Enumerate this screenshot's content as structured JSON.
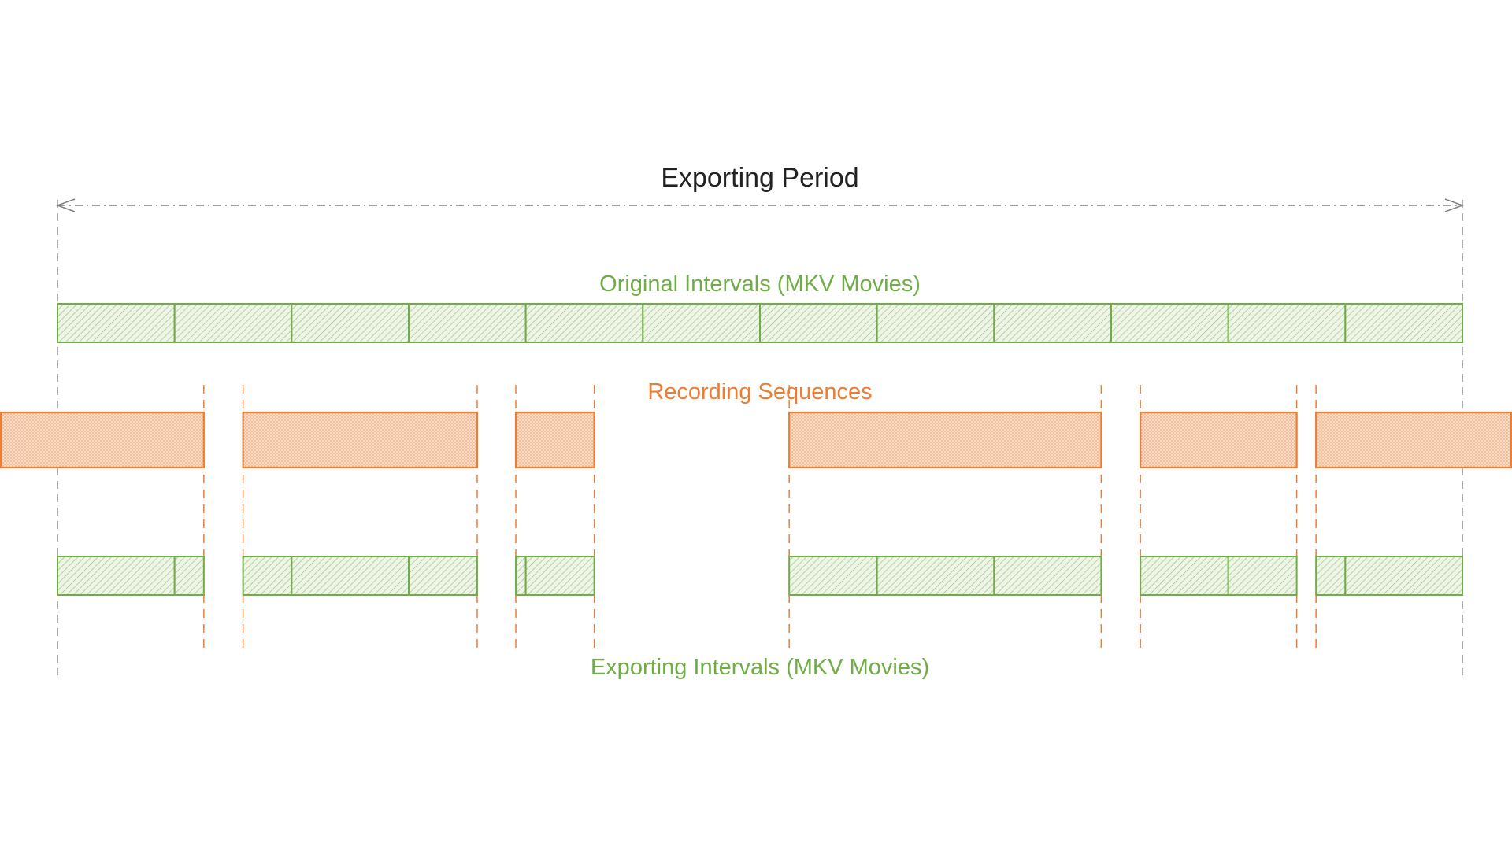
{
  "labels": {
    "period": "Exporting Period",
    "original": "Original Intervals (MKV Movies)",
    "recording": "Recording Sequences",
    "exporting": "Exporting Intervals (MKV Movies)"
  },
  "colors": {
    "text": "#222222",
    "green": "#70ad47",
    "orange": "#ed7d31",
    "grey": "#7f7f7f"
  },
  "diagram": {
    "timeline_units": 24,
    "export_period": [
      0,
      24
    ],
    "original_intervals": [
      [
        0,
        2
      ],
      [
        2,
        4
      ],
      [
        4,
        6
      ],
      [
        6,
        8
      ],
      [
        8,
        10
      ],
      [
        10,
        12
      ],
      [
        12,
        14
      ],
      [
        14,
        16
      ],
      [
        16,
        18
      ],
      [
        18,
        20
      ],
      [
        20,
        22
      ],
      [
        22,
        24
      ]
    ],
    "recording_sequences": [
      [
        -1,
        2.5
      ],
      [
        3.17,
        7.17
      ],
      [
        7.83,
        9.17
      ],
      [
        12.5,
        17.83
      ],
      [
        18.5,
        21.17
      ],
      [
        21.5,
        25
      ]
    ],
    "exporting_intervals": [
      [
        0,
        2
      ],
      [
        2,
        2.5
      ],
      [
        3.17,
        4
      ],
      [
        4,
        6
      ],
      [
        6,
        7.17
      ],
      [
        7.83,
        8
      ],
      [
        8,
        9.17
      ],
      [
        12.5,
        14
      ],
      [
        14,
        16
      ],
      [
        16,
        17.83
      ],
      [
        18.5,
        20
      ],
      [
        20,
        21.17
      ],
      [
        21.5,
        22
      ],
      [
        22,
        24
      ]
    ]
  }
}
